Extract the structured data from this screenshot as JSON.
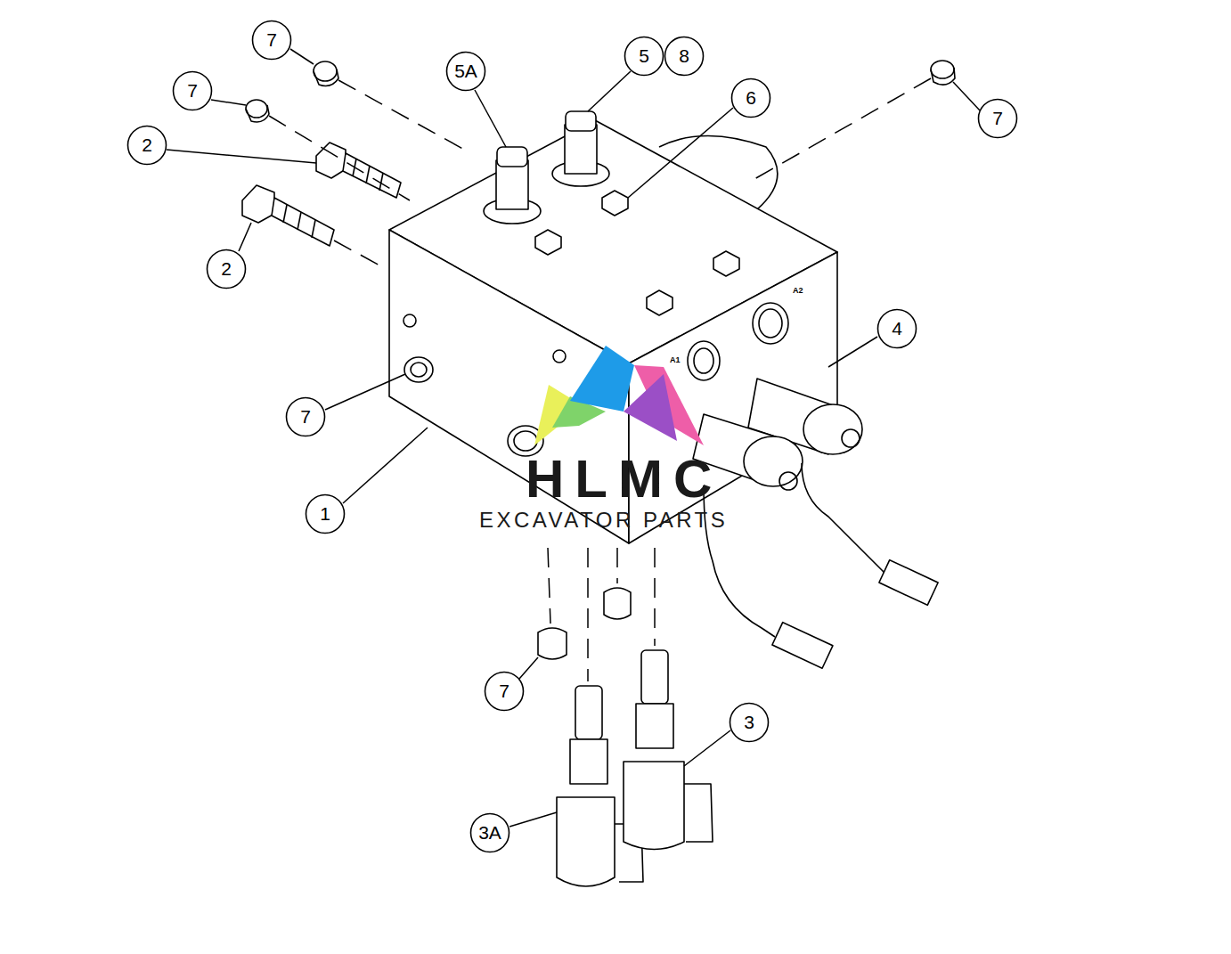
{
  "diagram": {
    "nodes": [
      {
        "text": [
          "7"
        ]
      },
      {
        "text": [
          "5A"
        ]
      },
      {
        "text": [
          "5"
        ]
      },
      {
        "text": [
          "8"
        ]
      },
      {
        "text": [
          "7"
        ]
      },
      {
        "text": [
          "6"
        ]
      },
      {
        "text": [
          "7"
        ]
      },
      {
        "text": [
          "2"
        ]
      },
      {
        "text": [
          "2"
        ]
      },
      {
        "text": [
          "4"
        ]
      },
      {
        "text": [
          "7"
        ]
      },
      {
        "text": [
          "1"
        ]
      },
      {
        "text": [
          "7"
        ]
      },
      {
        "text": [
          "3"
        ]
      },
      {
        "text": [
          "3A"
        ]
      }
    ],
    "labels": [
      "A2",
      "A1",
      "HLMC",
      "EXCAVATOR PARTS"
    ]
  }
}
